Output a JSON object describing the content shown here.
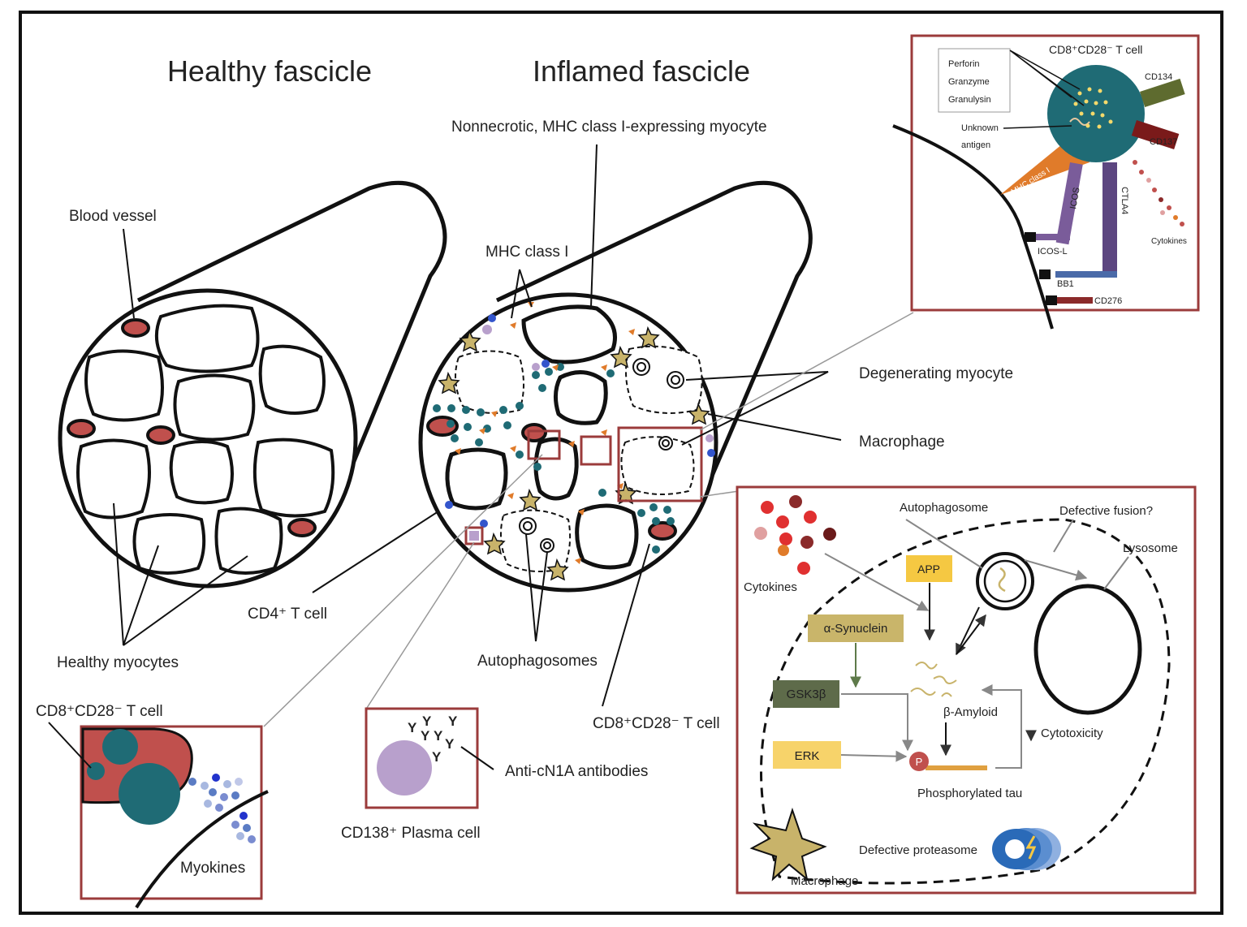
{
  "titles": {
    "healthy": "Healthy fascicle",
    "inflamed": "Inflamed fascicle"
  },
  "labels": {
    "nonnecrotic": "Nonnecrotic, MHC class I-expressing  myocyte",
    "blood_vessel": "Blood vessel",
    "mhc_class_i": "MHC class I",
    "degenerating": "Degenerating myocyte",
    "macrophage": "Macrophage",
    "cd4": "CD4⁺ T cell",
    "healthy_myocytes": "Healthy myocytes",
    "autophagosomes": "Autophagosomes",
    "cd8_mid": "CD8⁺CD28⁻ T cell"
  },
  "inset_bl": {
    "title": "CD8⁺CD28⁻ T cell",
    "myokines": "Myokines"
  },
  "inset_plasma": {
    "antibody_glyph": "Y",
    "antibodies": "Anti-cN1A antibodies",
    "plasma": "CD138⁺ Plasma cell"
  },
  "inset_tr": {
    "title": "CD8⁺CD28⁻ T cell",
    "perforin": "Perforin",
    "granzyme": "Granzyme",
    "granulysin": "Granulysin",
    "unknown1": "Unknown",
    "unknown2": "antigen",
    "mhc": "MHC class I",
    "cd134": "CD134",
    "cd137": "CD137",
    "icos": "ICOS",
    "ctla4": "CTLA4",
    "cytokines": "Cytokines",
    "icosl": "ICOS-L",
    "bb1": "BB1",
    "cd276": "CD276"
  },
  "inset_br": {
    "autophagosome": "Autophagosome",
    "defective_fusion": "Defective fusion?",
    "lysosome": "Lysosome",
    "cytokines": "Cytokines",
    "app": "APP",
    "synuclein": "α-Synuclein",
    "gsk": "GSK3β",
    "erk": "ERK",
    "amyloid": "β-Amyloid",
    "cytotoxicity": "Cytotoxicity",
    "p": "P",
    "tau": "Phosphorylated tau",
    "proteasome": "Defective proteasome",
    "macrophage": "Macrophage"
  },
  "colors": {
    "vessel": "#c0504d",
    "teal": "#1f6b75",
    "orange": "#e07b2a",
    "star": "#c8b36a",
    "box": "#9b3b3b",
    "purple": "#6a4b8c",
    "app": "#f5c842",
    "synuclein": "#c9b56a",
    "gsk": "#5e6b4a",
    "erk": "#f7d36a"
  }
}
